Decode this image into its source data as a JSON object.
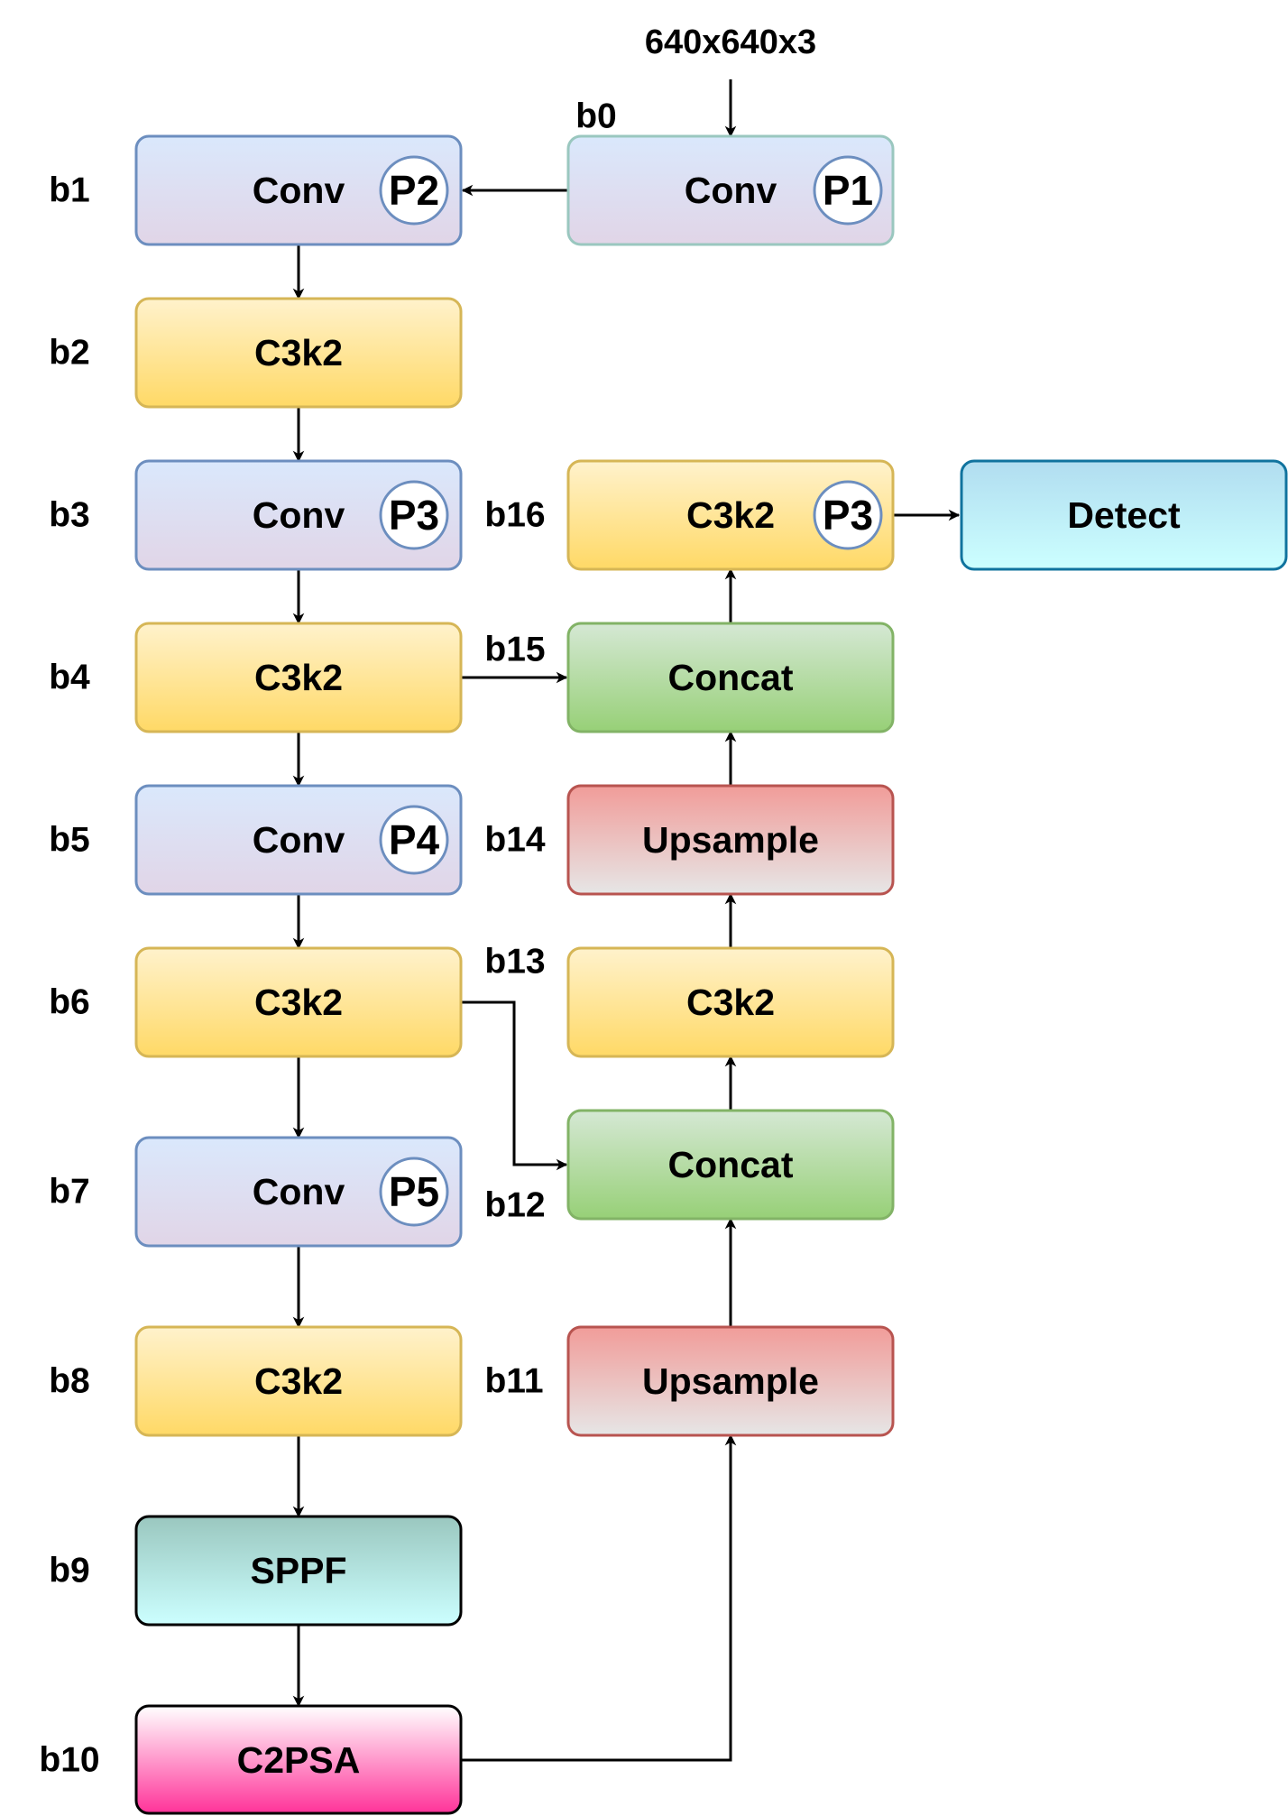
{
  "input": {
    "label": "640x640x3"
  },
  "blocks": {
    "b0": {
      "id": "b0",
      "label": "Conv",
      "badge": "P1"
    },
    "b1": {
      "id": "b1",
      "label": "Conv",
      "badge": "P2"
    },
    "b2": {
      "id": "b2",
      "label": "C3k2"
    },
    "b3": {
      "id": "b3",
      "label": "Conv",
      "badge": "P3"
    },
    "b4": {
      "id": "b4",
      "label": "C3k2"
    },
    "b5": {
      "id": "b5",
      "label": "Conv",
      "badge": "P4"
    },
    "b6": {
      "id": "b6",
      "label": "C3k2"
    },
    "b7": {
      "id": "b7",
      "label": "Conv",
      "badge": "P5"
    },
    "b8": {
      "id": "b8",
      "label": "C3k2"
    },
    "b9": {
      "id": "b9",
      "label": "SPPF"
    },
    "b10": {
      "id": "b10",
      "label": "C2PSA"
    },
    "b11": {
      "id": "b11",
      "label": "Upsample"
    },
    "b12": {
      "id": "b12",
      "label": "Concat"
    },
    "b13": {
      "id": "b13",
      "label": "C3k2"
    },
    "b14": {
      "id": "b14",
      "label": "Upsample"
    },
    "b15": {
      "id": "b15",
      "label": "Concat"
    },
    "b16": {
      "id": "b16",
      "label": "C3k2",
      "badge": "P3"
    },
    "detect": {
      "label": "Detect"
    }
  },
  "colors": {
    "conv": {
      "top": "#dae8fc",
      "bottom": "#e1d5e7",
      "stroke": "#6c8ebf"
    },
    "conv_b0": {
      "top": "#dae8fc",
      "bottom": "#e1d5e7",
      "stroke": "#9ac7bf"
    },
    "c3k2": {
      "top": "#fff2cc",
      "bottom": "#ffd966",
      "stroke": "#d6b656"
    },
    "concat": {
      "top": "#d5e8d4",
      "bottom": "#97d077",
      "stroke": "#82b366"
    },
    "upsample": {
      "top": "#f19c99",
      "bottom": "#e6e6e6",
      "stroke": "#b85450"
    },
    "sppf": {
      "top": "#9ac7bf",
      "bottom": "#ccffff",
      "stroke": "#000000"
    },
    "c2psa": {
      "top": "#ffffff",
      "bottom": "#ff3399",
      "stroke": "#000000"
    },
    "detect": {
      "top": "#b1ddf0",
      "bottom": "#ccffff",
      "stroke": "#10739e"
    }
  }
}
